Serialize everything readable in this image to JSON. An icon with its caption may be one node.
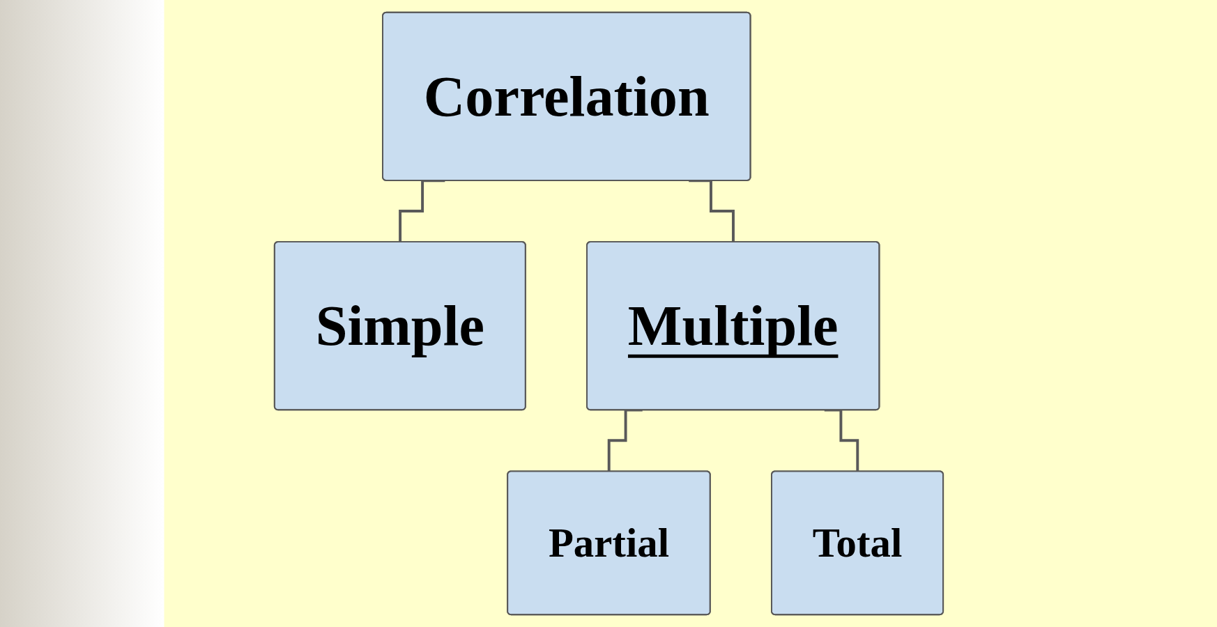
{
  "diagram": {
    "nodes": [
      {
        "text": [
          "Correlation"
        ]
      },
      {
        "text": [
          "Simple"
        ]
      },
      {
        "text": [
          "Multiple"
        ]
      },
      {
        "text": [
          "Partial"
        ]
      },
      {
        "text": [
          "Total"
        ]
      }
    ],
    "edges": [
      {
        "from": 0,
        "to": 1,
        "arrow": "none"
      },
      {
        "from": 0,
        "to": 2,
        "arrow": "none"
      },
      {
        "from": 2,
        "to": 3,
        "arrow": "none"
      },
      {
        "from": 2,
        "to": 4,
        "arrow": "none"
      }
    ]
  }
}
